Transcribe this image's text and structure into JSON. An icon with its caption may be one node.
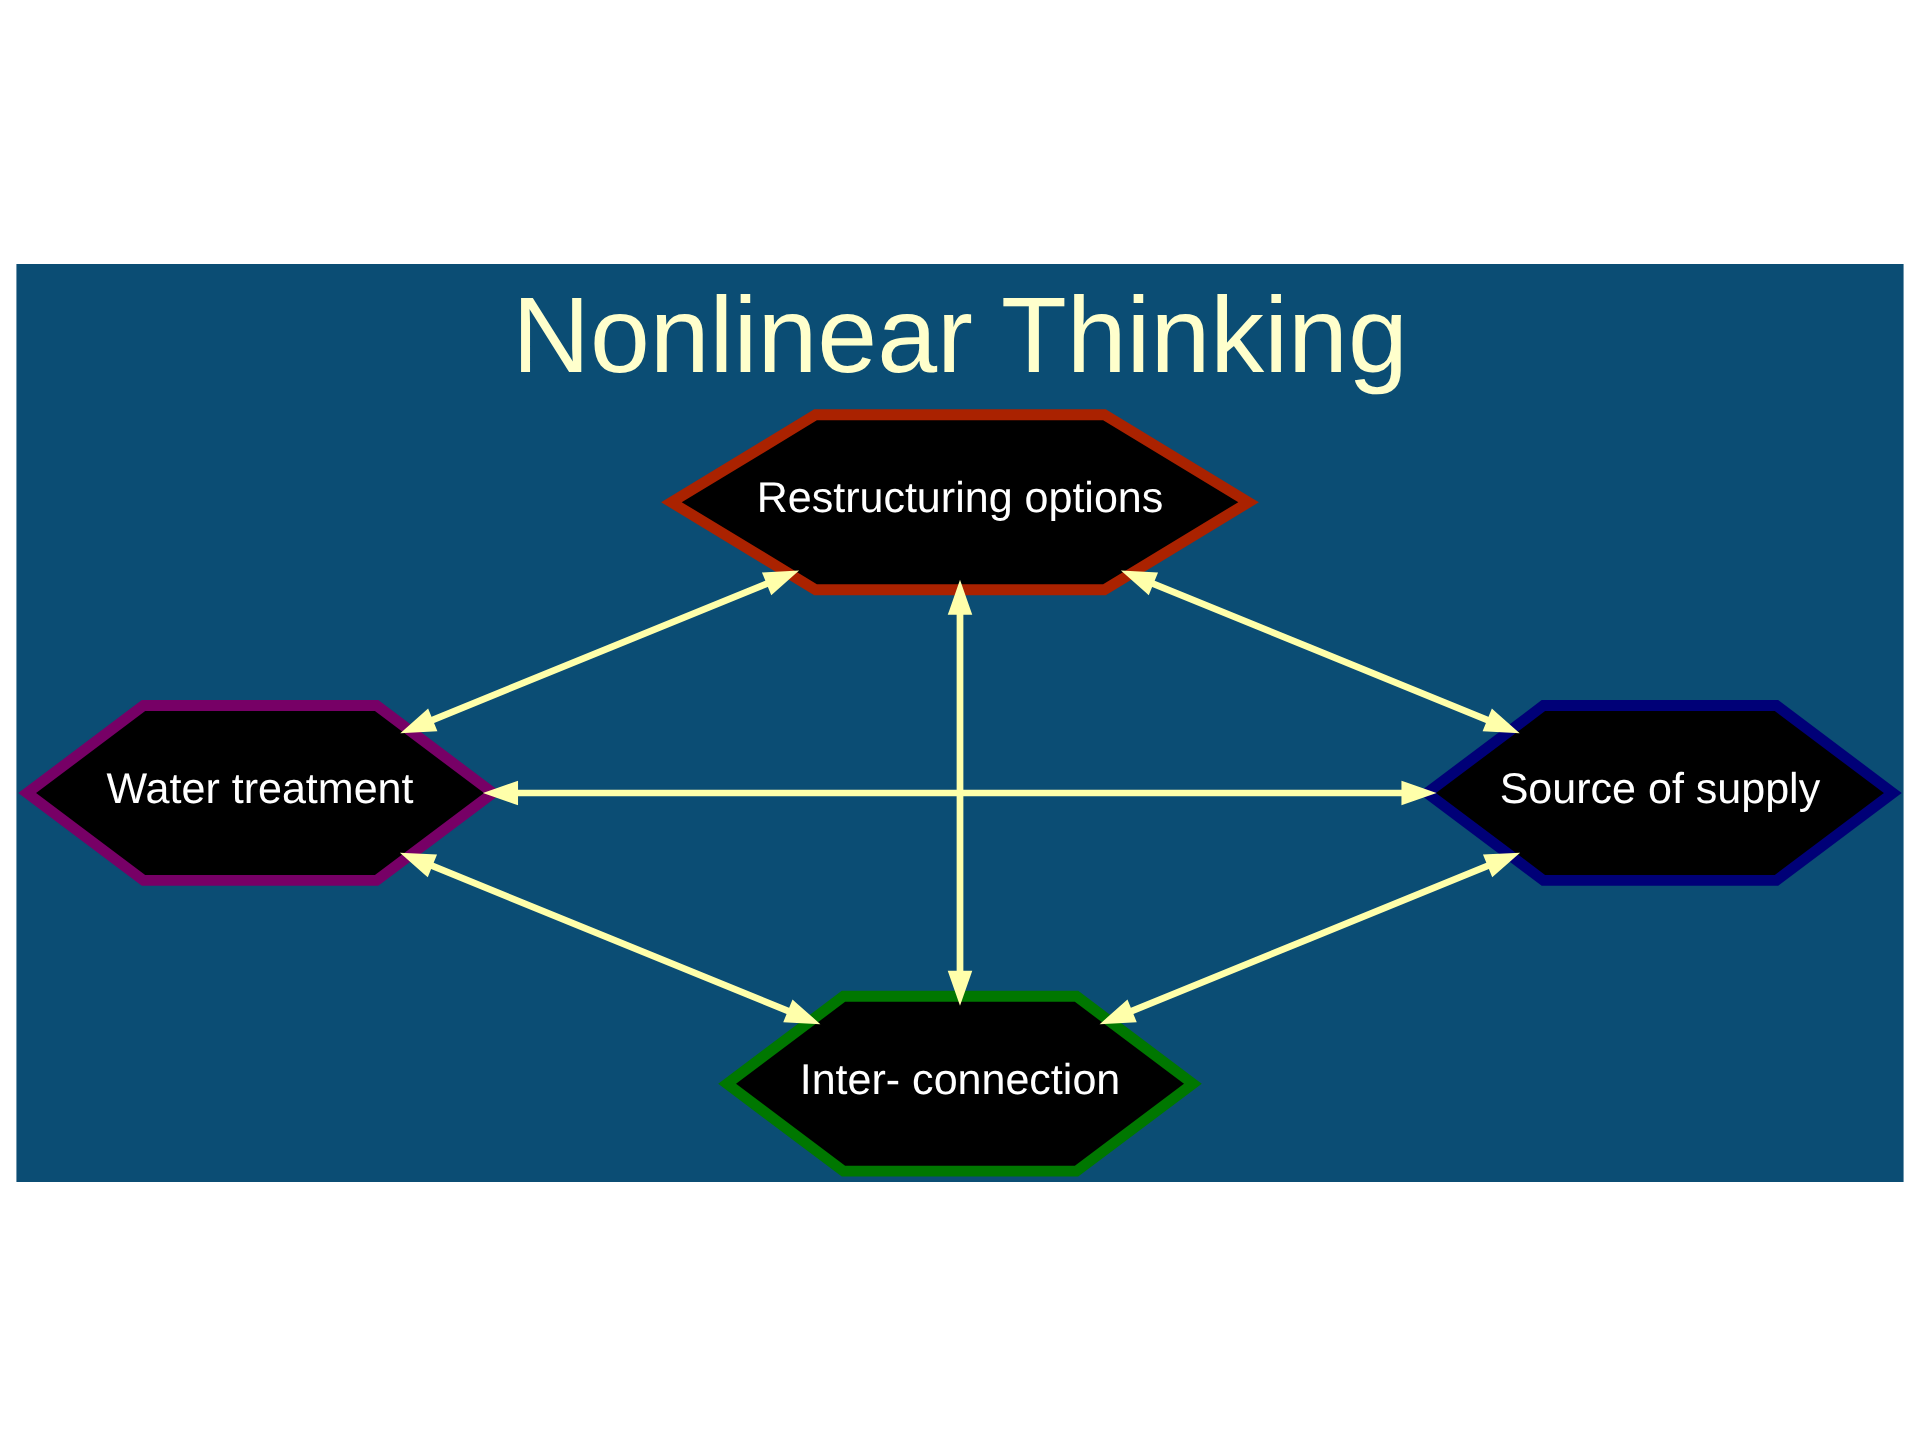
{
  "diagram": {
    "title": "Nonlinear Thinking",
    "nodes": [
      {
        "text": [
          "Restructuring options"
        ]
      },
      {
        "text": [
          "Source of supply"
        ]
      },
      {
        "text": [
          "Water treatment"
        ]
      },
      {
        "text": [
          "Inter- connection"
        ]
      }
    ],
    "edges": [
      {
        "from": 1,
        "to": 0,
        "arrow": "both"
      },
      {
        "from": 0,
        "to": 2,
        "arrow": "both"
      },
      {
        "from": 1,
        "to": 2,
        "arrow": "both"
      },
      {
        "from": 0,
        "to": 3,
        "arrow": "both"
      },
      {
        "from": 1,
        "to": 3,
        "arrow": "both"
      },
      {
        "from": 3,
        "to": 2,
        "arrow": "both"
      }
    ]
  }
}
